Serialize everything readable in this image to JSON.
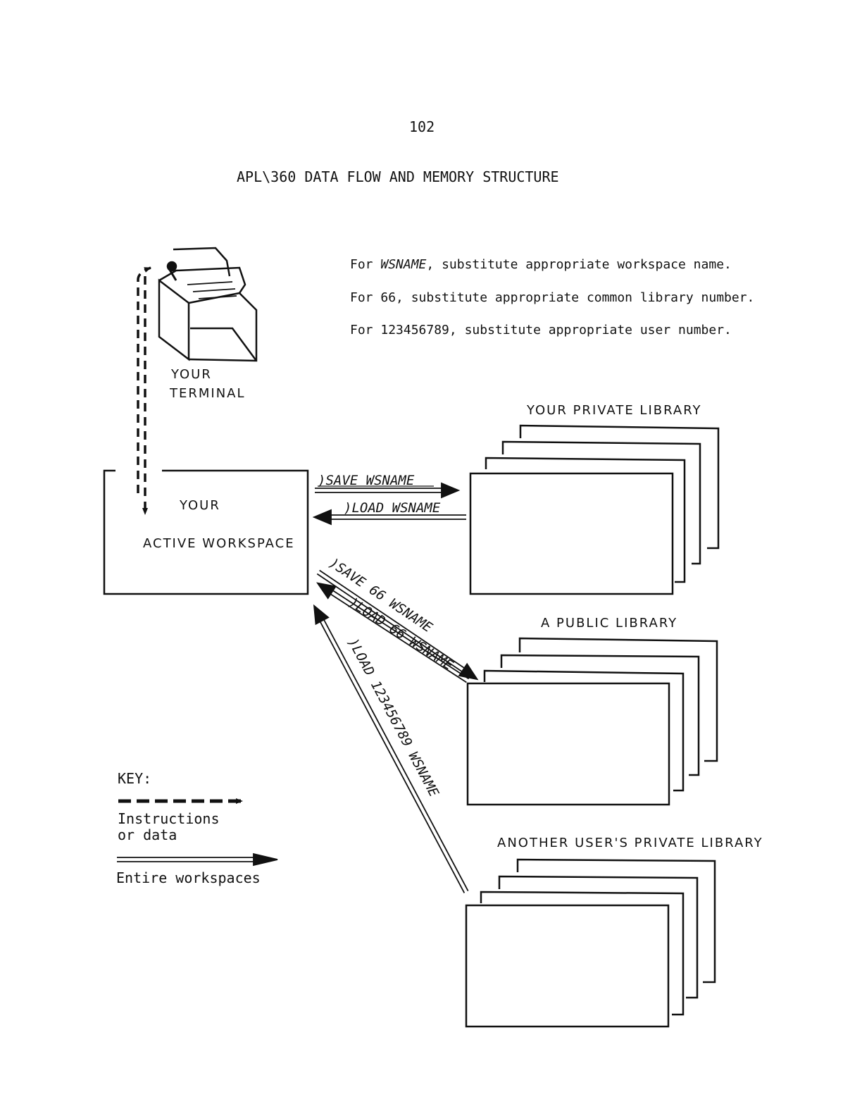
{
  "page_number": "102",
  "title": "APL\\360 DATA FLOW AND MEMORY STRUCTURE",
  "notes": [
    {
      "prefix": "For ",
      "term": "WSNAME",
      "rest": ", substitute appropriate workspace name."
    },
    {
      "prefix": "For ",
      "term": "66",
      "rest": ", substitute appropriate common library number."
    },
    {
      "prefix": "For ",
      "term": "123456789",
      "rest": ", substitute appropriate user number."
    }
  ],
  "terminal": {
    "line1": "YOUR",
    "line2": "TERMINAL"
  },
  "workspace": {
    "line1": "YOUR",
    "line2": "ACTIVE WORKSPACE"
  },
  "libraries": {
    "private": "YOUR PRIVATE LIBRARY",
    "public": "A PUBLIC LIBRARY",
    "other": "ANOTHER USER'S PRIVATE LIBRARY"
  },
  "commands": {
    "save": ")SAVE WSNAME",
    "load": ")LOAD WSNAME",
    "save_public": ")SAVE 66 WSNAME",
    "load_public": ")LOAD 66 WSNAME",
    "load_other": ")LOAD 123456789 WSNAME"
  },
  "key": {
    "title": "KEY:",
    "dashed_line1": "Instructions",
    "dashed_line2": "or data",
    "double_label": "Entire workspaces"
  }
}
